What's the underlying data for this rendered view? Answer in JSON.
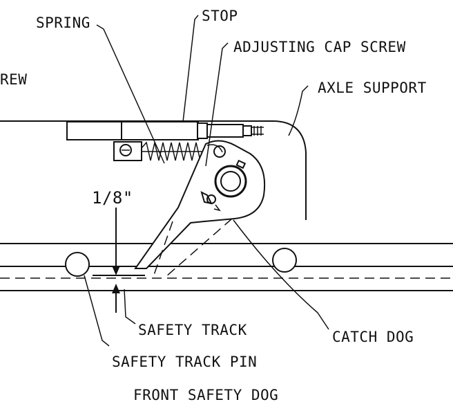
{
  "labels": {
    "spring": "SPRING",
    "stop": "STOP",
    "adjusting_cap_screw": "ADJUSTING CAP SCREW",
    "screw_partial": "REW",
    "axle_support": "AXLE SUPPORT",
    "gap": "1/8\"",
    "safety_track": "SAFETY TRACK",
    "catch_dog": "CATCH DOG",
    "safety_track_pin": "SAFETY TRACK PIN",
    "caption": "FRONT SAFETY DOG"
  }
}
